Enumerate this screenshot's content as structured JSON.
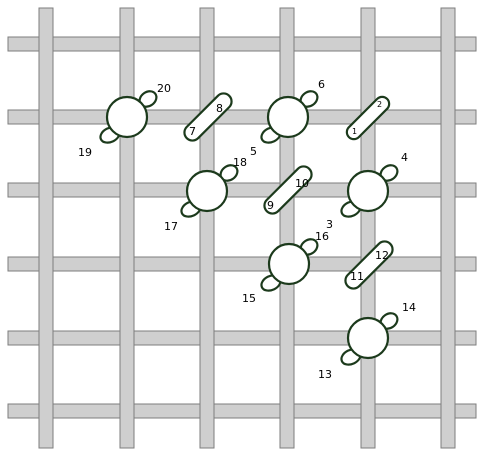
{
  "colors": {
    "canvas": "#ffffff",
    "grid_fill": "#cfcfcf",
    "grid_stroke": "#7d7d7d",
    "stitch_fill": "#ffffff",
    "stitch_stroke": "#1c3a1c",
    "label": "#000000"
  },
  "diagram": {
    "grid_bar_count_horizontal": 6,
    "grid_bar_count_vertical": 6,
    "labels": [
      "20",
      "19",
      "8",
      "7",
      "6",
      "5",
      "18",
      "17",
      "10",
      "9",
      "2",
      "1",
      "4",
      "3",
      "16",
      "15",
      "12",
      "11",
      "14",
      "13"
    ]
  }
}
